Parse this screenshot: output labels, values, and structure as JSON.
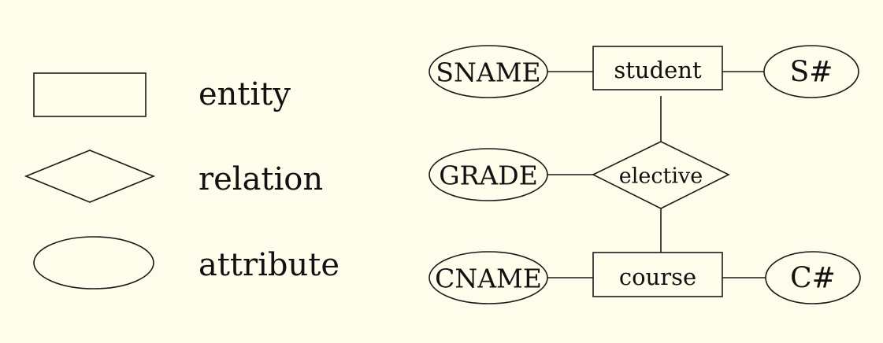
{
  "legend": {
    "entity_label": "entity",
    "relation_label": "relation",
    "attribute_label": "attribute"
  },
  "diagram": {
    "entities": {
      "student": "student",
      "course": "course"
    },
    "relations": {
      "elective": "elective"
    },
    "attributes": {
      "sname": "SNAME",
      "s_number": "S#",
      "grade": "GRADE",
      "cname": "CNAME",
      "c_number": "C#"
    }
  }
}
